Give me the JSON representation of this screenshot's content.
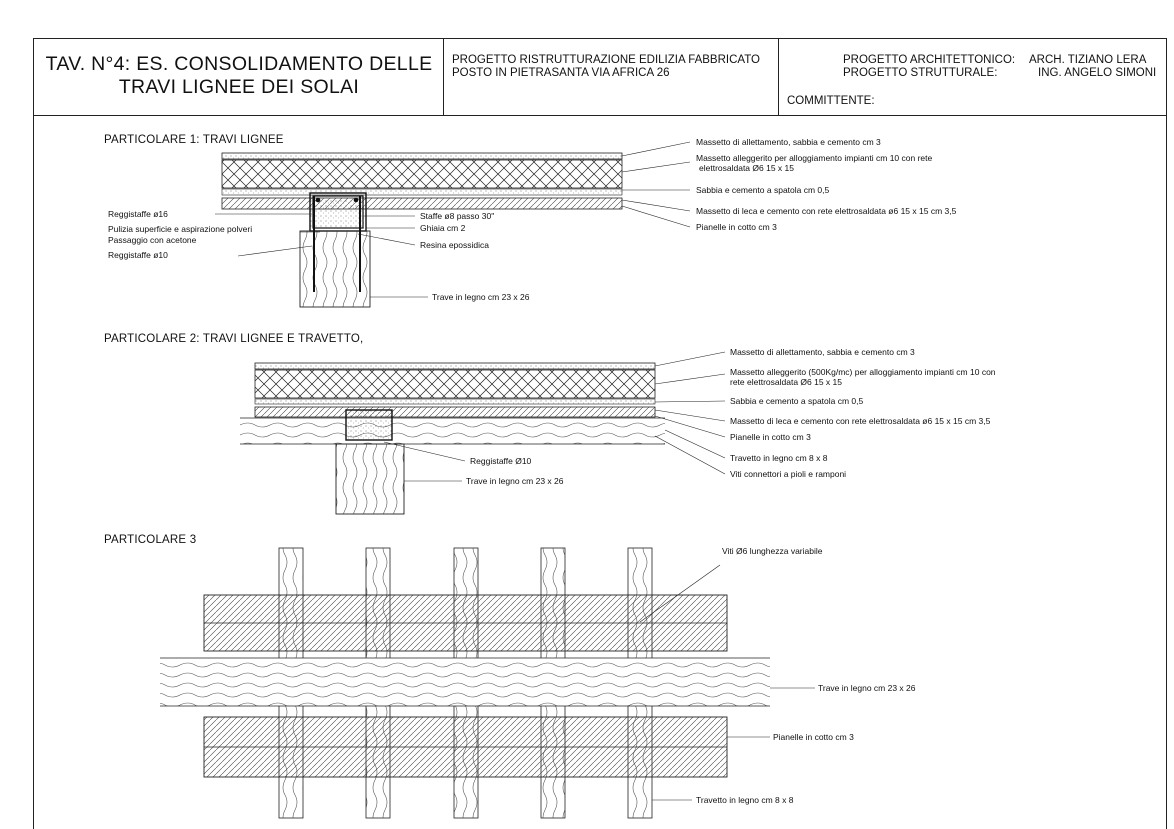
{
  "header": {
    "tav_line1": "TAV. N°4: ES. CONSOLIDAMENTO  DELLE",
    "tav_line2": "TRAVI LIGNEE DEI SOLAI",
    "progetto_line1": "PROGETTO RISTRUTTURAZIONE EDILIZIA FABBRICATO",
    "progetto_line2": "POSTO IN PIETRASANTA VIA AFRICA 26",
    "arch_label": "PROGETTO ARCHITETTONICO:",
    "arch_name": "ARCH. TIZIANO LERA",
    "strut_label": "PROGETTO  STRUTTURALE:",
    "strut_name": "ING. ANGELO SIMONI",
    "committente": "COMMITTENTE:"
  },
  "part1": {
    "heading": "PARTICOLARE 1:  TRAVI LIGNEE",
    "labels": {
      "massetto_allettamento": "Massetto di allettamento, sabbia e cemento cm 3",
      "massetto_alleggerito_1": "Massetto alleggerito per alloggiamento impianti cm 10 con rete",
      "massetto_alleggerito_2": "elettrosaldata Ø6 15 x 15",
      "sabbia": "Sabbia e cemento a spatola cm 0,5",
      "massetto_leca": "Massetto di leca e cemento con rete elettrosaldata ø6 15 x 15 cm 3,5",
      "pianelle": "Pianelle in cotto cm 3",
      "reggistaffe16": "Reggistaffe ø16",
      "pulizia": "Pulizia superficie e aspirazione polveri",
      "passaggio": "Passaggio con acetone",
      "reggistaffe10": "Reggistaffe ø10",
      "staffe": "Staffe ø8 passo 30\"",
      "ghiaia": "Ghiaia cm 2",
      "resina": "Resina epossidica",
      "trave": "Trave in legno cm 23 x 26"
    }
  },
  "part2": {
    "heading": "PARTICOLARE 2:  TRAVI LIGNEE E TRAVETTO,",
    "labels": {
      "massetto_allettamento": "Massetto di allettamento, sabbia e cemento cm 3",
      "massetto_alleggerito_1": "Massetto alleggerito (500Kg/mc) per alloggiamento impianti cm 10 con",
      "massetto_alleggerito_2": "rete elettrosaldata Ø6 15 x 15",
      "sabbia": "Sabbia e cemento a spatola cm 0,5",
      "massetto_leca": "Massetto di leca e cemento con rete elettrosaldata ø6 15 x 15 cm 3,5",
      "pianelle": "Pianelle in cotto cm 3",
      "reggistaffe10": "Reggistaffe Ø10",
      "trave": "Trave in legno cm 23 x 26",
      "travetto": "Travetto in legno cm 8 x 8",
      "viti": "Viti connettori a pioli e ramponi"
    }
  },
  "part3": {
    "heading": "PARTICOLARE 3",
    "labels": {
      "viti": "Viti Ø6 lunghezza variabile",
      "trave": "Trave in legno cm 23 x 26",
      "pianelle": "Pianelle in cotto cm 3",
      "travetto": "Travetto in legno cm 8 x 8"
    }
  }
}
